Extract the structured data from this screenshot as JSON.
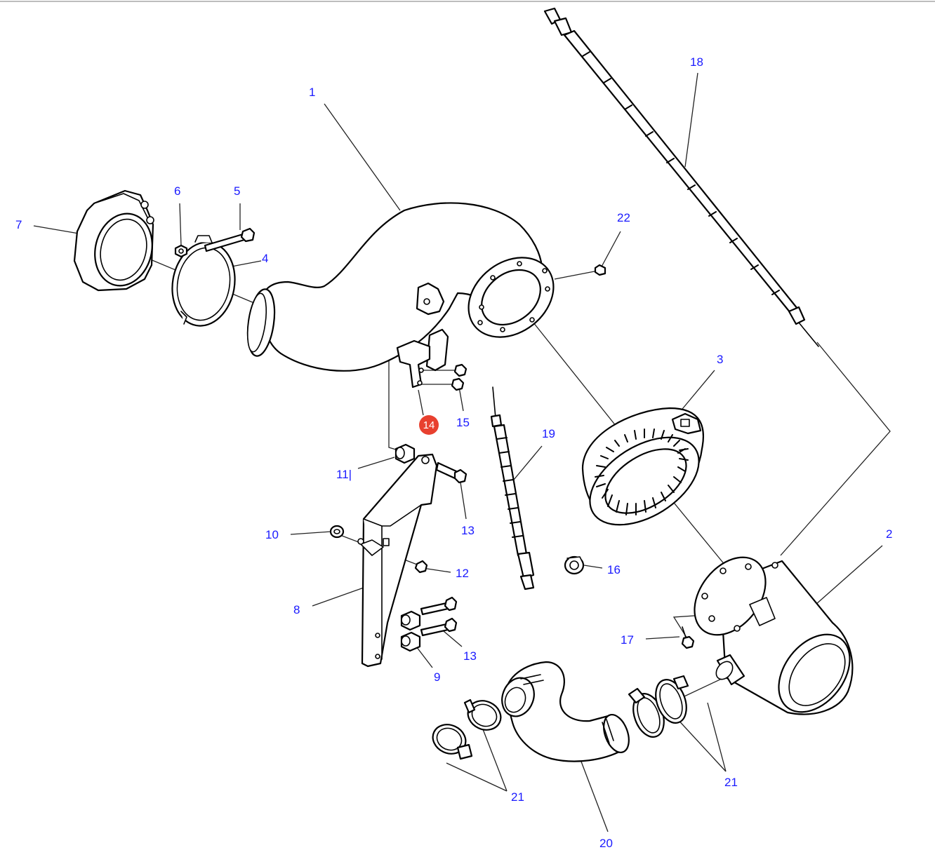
{
  "callouts": {
    "c1": "1",
    "c2": "2",
    "c3": "3",
    "c4": "4",
    "c5": "5",
    "c6": "6",
    "c7": "7",
    "c8": "8",
    "c9": "9",
    "c10": "10",
    "c11": "11|",
    "c12": "12",
    "c13a": "13",
    "c13b": "13",
    "c14": "14",
    "c15": "15",
    "c16": "16",
    "c17": "17",
    "c18": "18",
    "c19": "19",
    "c20": "20",
    "c21a": "21",
    "c21b": "21",
    "c22": "22"
  },
  "colors": {
    "callout_text": "#1a1aff",
    "highlight_badge": "#e8402f",
    "line_art": "#000000",
    "background": "#ffffff"
  }
}
